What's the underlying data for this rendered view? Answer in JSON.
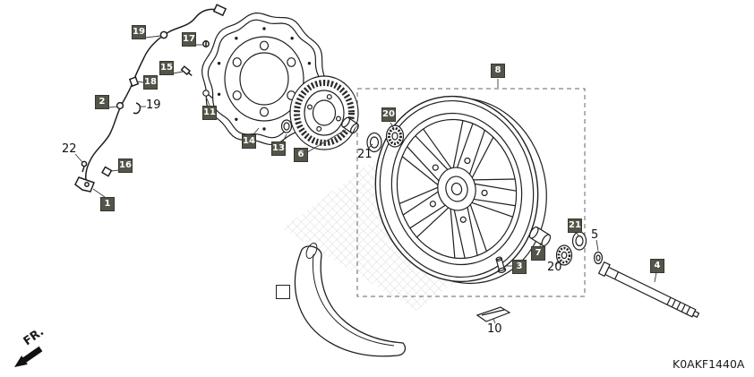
{
  "diagram": {
    "code": "K0AKF1440A",
    "fr_label": "FR.",
    "colors": {
      "background": "#ffffff",
      "line": "#1f1f1f",
      "callout_box": "#54544a",
      "callout_text": "#ffffff",
      "hatch": "#dcdcdc"
    }
  },
  "callouts": [
    {
      "text": "19",
      "boxed": true
    },
    {
      "text": "17",
      "boxed": true
    },
    {
      "text": "15",
      "boxed": true
    },
    {
      "text": "18",
      "boxed": true
    },
    {
      "text": "2",
      "boxed": true
    },
    {
      "text": "19",
      "boxed": false
    },
    {
      "text": "11",
      "boxed": true
    },
    {
      "text": "14",
      "boxed": true
    },
    {
      "text": "13",
      "boxed": true
    },
    {
      "text": "6",
      "boxed": true
    },
    {
      "text": "20",
      "boxed": true
    },
    {
      "text": "21",
      "boxed": false
    },
    {
      "text": "8",
      "boxed": true
    },
    {
      "text": "22",
      "boxed": false
    },
    {
      "text": "16",
      "boxed": true
    },
    {
      "text": "1",
      "boxed": true
    },
    {
      "text": "3",
      "boxed": true
    },
    {
      "text": "7",
      "boxed": true
    },
    {
      "text": "20",
      "boxed": false
    },
    {
      "text": "21",
      "boxed": true
    },
    {
      "text": "5",
      "boxed": false
    },
    {
      "text": "4",
      "boxed": true
    },
    {
      "text": "10",
      "boxed": false
    }
  ]
}
